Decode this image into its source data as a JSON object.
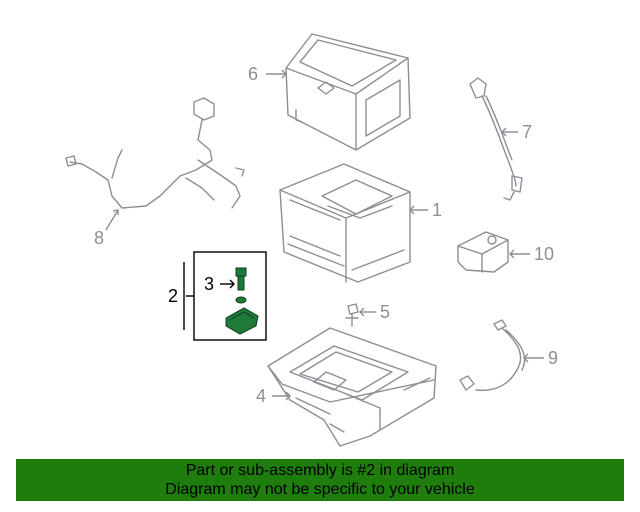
{
  "callouts": {
    "c1": "1",
    "c2": "2",
    "c3": "3",
    "c4": "4",
    "c5": "5",
    "c6": "6",
    "c7": "7",
    "c8": "8",
    "c9": "9",
    "c10": "10"
  },
  "banner": {
    "line1": "Part or sub-assembly is #2 in diagram",
    "line2": "Diagram may not be specific to your vehicle"
  },
  "colors": {
    "banner_bg": "#1e7d0d",
    "highlight_part": "#1f7a3a",
    "line_art": "#8a8f95"
  }
}
